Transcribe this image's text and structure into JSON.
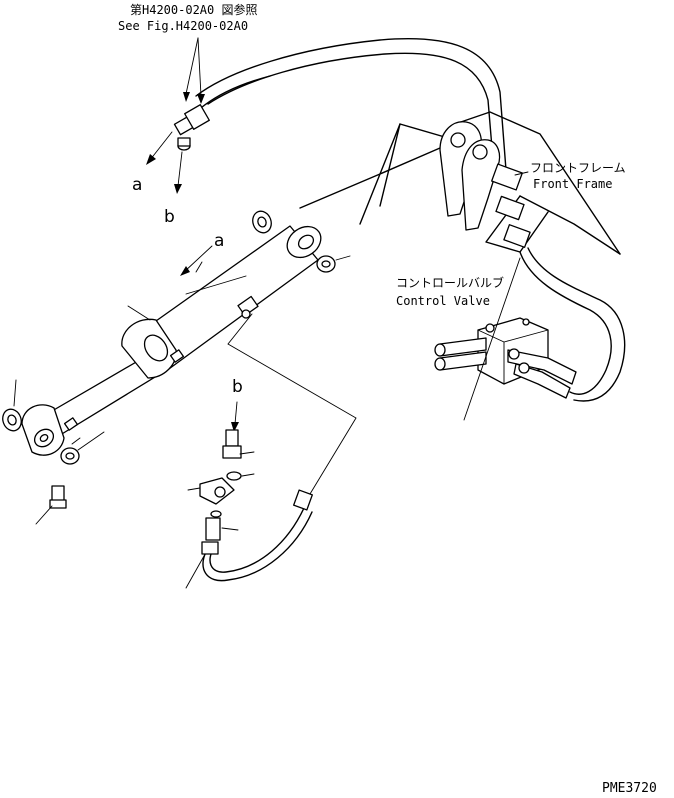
{
  "references": {
    "figure_ref_jp": "第H4200-02A0 図参照",
    "figure_ref_en": "See Fig.H4200-02A0"
  },
  "labels": {
    "front_frame_jp": "フロントフレーム",
    "front_frame_en": "Front Frame",
    "control_valve_jp": "コントロールバルブ",
    "control_valve_en": "Control Valve"
  },
  "callouts": {
    "a_upper": "a",
    "b_upper": "b",
    "a_cylinder": "a",
    "b_fitting": "b"
  },
  "drawing_code": "PME3720"
}
